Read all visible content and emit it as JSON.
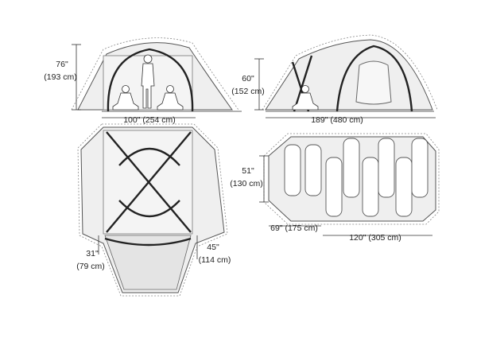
{
  "front_view": {
    "height_in": "76\"",
    "height_cm": "(193 cm)",
    "width_label": "100\" (254 cm)"
  },
  "side_view": {
    "height_in": "60\"",
    "height_cm": "(152 cm)",
    "length_label": "189\" (480 cm)"
  },
  "floor_plan": {
    "vest_left_in": "31\"",
    "vest_left_cm": "(79 cm)",
    "vest_right_in": "45\"",
    "vest_right_cm": "(114 cm)"
  },
  "sleeping_plan": {
    "width_in": "51\"",
    "width_cm": "(130 cm)",
    "vestibule_label": "69\" (175 cm)",
    "inner_length_label": "120\" (305 cm)"
  },
  "colors": {
    "fill": "#efefef",
    "outline": "#555555",
    "pole": "#222222"
  }
}
